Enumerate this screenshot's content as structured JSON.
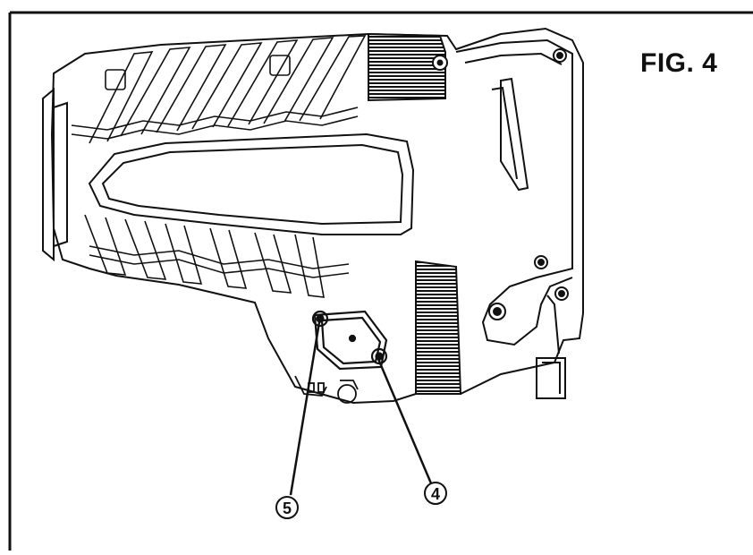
{
  "figure": {
    "label": "FIG. 4"
  },
  "callouts": [
    {
      "number": "5"
    },
    {
      "number": "4"
    }
  ],
  "colors": {
    "line": "#111111",
    "background": "#ffffff"
  }
}
